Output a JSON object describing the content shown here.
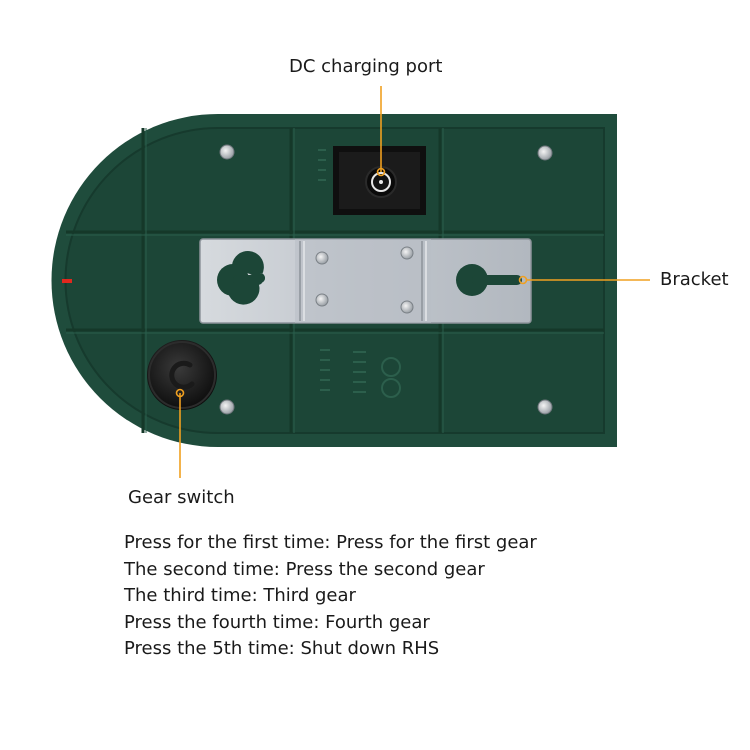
{
  "labels": {
    "dc_port": "DC charging port",
    "bracket": "Bracket",
    "gear_switch": "Gear switch"
  },
  "instructions": [
    "Press for the first time: Press for the first gear",
    "The second time: Press the second gear",
    "The third time: Third gear",
    "Press the fourth time: Fourth gear",
    "Press the 5th time: Shut down RHS"
  ],
  "colors": {
    "device_body": "#1f4c3c",
    "device_edge": "#173c2f",
    "bracket_metal": "#c3c8cf",
    "leader_line": "#f0a020",
    "indicator_led": "#e0281e",
    "text": "#1a1a1a",
    "background": "#ffffff"
  },
  "icons": {
    "dc_port": "dc-port-socket",
    "gear_switch": "round-push-button",
    "screws": "screw-head"
  }
}
